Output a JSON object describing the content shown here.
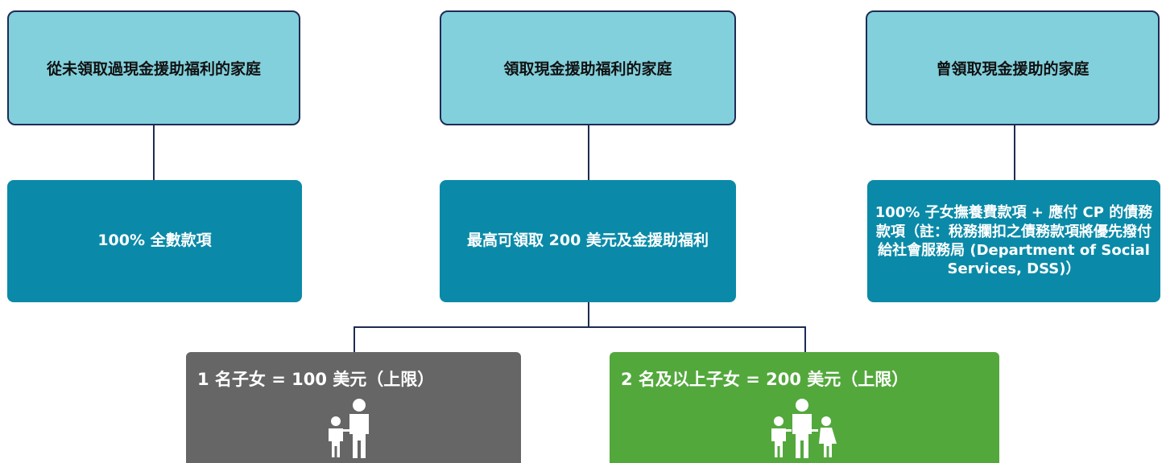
{
  "top_boxes": [
    {
      "label": "從未領取過現金援助福利的家庭"
    },
    {
      "label": "領取現金援助福利的家庭"
    },
    {
      "label": "曾領取現金援助的家庭"
    }
  ],
  "mid_boxes": [
    {
      "label": "100% 全數款項"
    },
    {
      "label": "最高可領取 200 美元及金援助福利"
    },
    {
      "label": "100% 子女撫養費款項 + 應付 CP 的債務款項（註：稅務攔扣之債務款項將優先撥付給社會服務局 (Department of Social Services, DSS)）"
    }
  ],
  "bottom_boxes": [
    {
      "label": "1 名子女 = 100 美元（上限）",
      "icon": "parent-child-icon",
      "color": "#666666"
    },
    {
      "label": "2 名及以上子女 = 200 美元（上限）",
      "icon": "parent-two-children-icon",
      "color": "#53a83c"
    }
  ],
  "colors": {
    "top_fill": "#82d0dc",
    "mid_fill": "#0a8aa8",
    "border": "#1e2b55"
  }
}
